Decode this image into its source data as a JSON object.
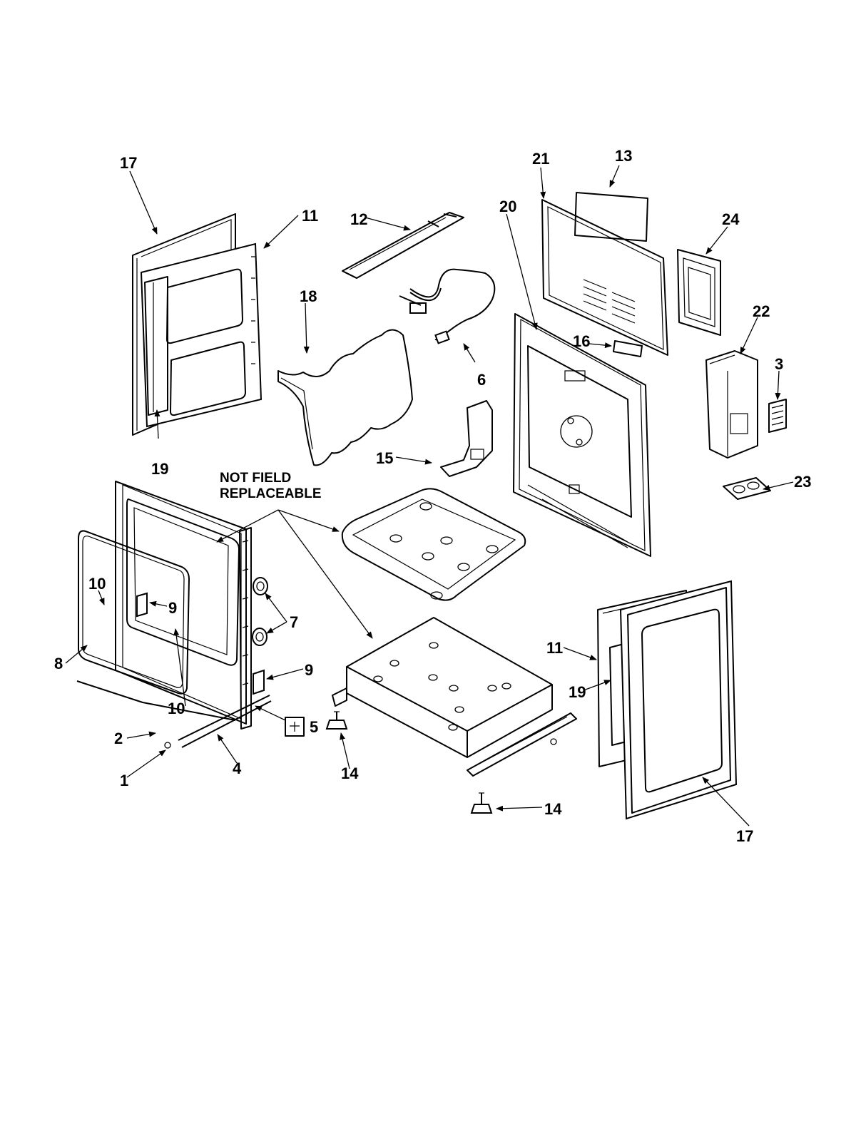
{
  "note": {
    "line1": "NOT FIELD",
    "line2": "REPLACEABLE"
  },
  "callouts": {
    "c17_top": "17",
    "c11_top": "11",
    "c19_top": "19",
    "c12": "12",
    "c18": "18",
    "c6": "6",
    "c15": "15",
    "c21": "21",
    "c13": "13",
    "c20": "20",
    "c24": "24",
    "c16": "16",
    "c22": "22",
    "c3": "3",
    "c23": "23",
    "c10_left": "10",
    "c9_left": "9",
    "c7": "7",
    "c8": "8",
    "c9_right": "9",
    "c10_bottom": "10",
    "c5": "5",
    "c2": "2",
    "c1": "1",
    "c4": "4",
    "c14_left": "14",
    "c14_right": "14",
    "c11_right": "11",
    "c19_right": "19",
    "c17_right": "17"
  }
}
